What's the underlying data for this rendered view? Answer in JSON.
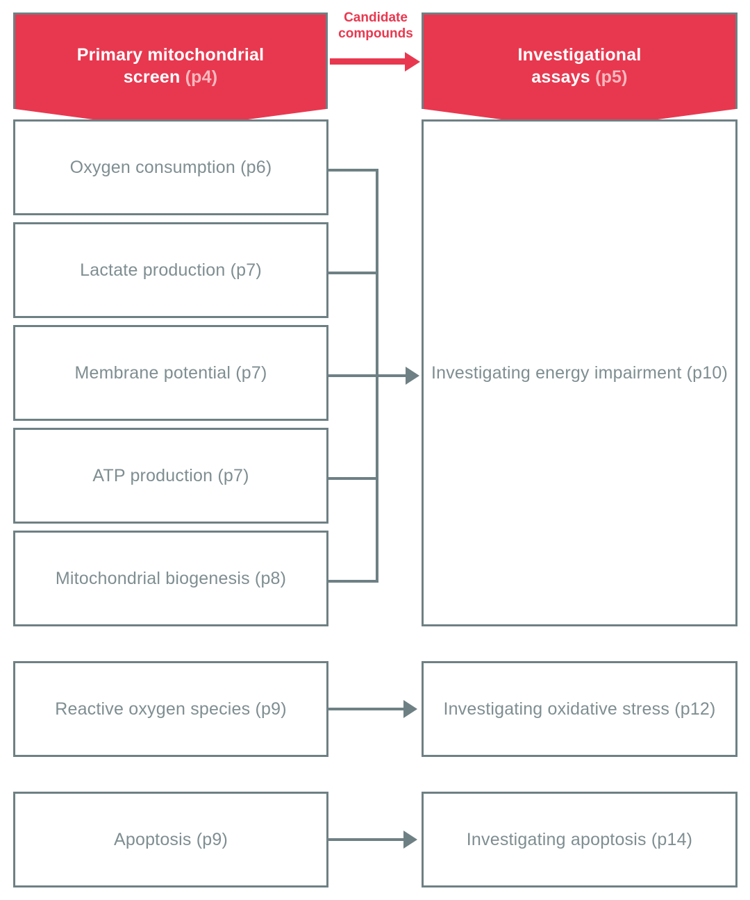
{
  "diagram": {
    "title_left": "Primary mitochondrial screen (p4)",
    "title_right": "Investigational assays (p5)",
    "colors": {
      "accent_red": "#e8384f",
      "border_gray": "#6e8084",
      "text_gray": "#7f8e91",
      "page_ref_pink": "#f7b9bf",
      "background": "#ffffff"
    }
  },
  "headers": {
    "left": {
      "line1": "Primary mitochondrial",
      "line2": "screen ",
      "page": "(p4)"
    },
    "right": {
      "line1": "Investigational",
      "line2": "assays ",
      "page": "(p5)"
    }
  },
  "connector": {
    "candidate_label_line1": "Candidate",
    "candidate_label_line2": "compounds"
  },
  "left_column": {
    "assays": [
      {
        "label": "Oxygen consumption (p6)"
      },
      {
        "label": "Lactate production (p7)"
      },
      {
        "label": "Membrane potential (p7)"
      },
      {
        "label": "ATP production (p7)"
      },
      {
        "label": "Mitochondrial biogenesis (p8)"
      }
    ],
    "reactive_oxygen": "Reactive oxygen species (p9)",
    "apoptosis": "Apoptosis (p9)"
  },
  "right_column": {
    "energy": "Investigating energy impairment (p10)",
    "oxidative": "Investigating oxidative stress (p12)",
    "apoptosis": "Investigating apoptosis (p14)"
  },
  "chart_data": {
    "type": "diagram",
    "title": "Primary mitochondrial screen to investigational assays",
    "columns": [
      "Primary mitochondrial screen (p4)",
      "Investigational assays (p5)"
    ],
    "edges": [
      {
        "from": "Primary mitochondrial screen (p4)",
        "to": "Investigational assays (p5)",
        "label": "Candidate compounds",
        "color": "#e8384f"
      },
      {
        "from": "Oxygen consumption (p6)",
        "to": "Investigating energy impairment (p10)",
        "label": ""
      },
      {
        "from": "Lactate production (p7)",
        "to": "Investigating energy impairment (p10)",
        "label": ""
      },
      {
        "from": "Membrane potential (p7)",
        "to": "Investigating energy impairment (p10)",
        "label": ""
      },
      {
        "from": "ATP production (p7)",
        "to": "Investigating energy impairment (p10)",
        "label": ""
      },
      {
        "from": "Mitochondrial biogenesis (p8)",
        "to": "Investigating energy impairment (p10)",
        "label": ""
      },
      {
        "from": "Reactive oxygen species (p9)",
        "to": "Investigating oxidative stress (p12)",
        "label": ""
      },
      {
        "from": "Apoptosis (p9)",
        "to": "Investigating apoptosis (p14)",
        "label": ""
      }
    ]
  }
}
